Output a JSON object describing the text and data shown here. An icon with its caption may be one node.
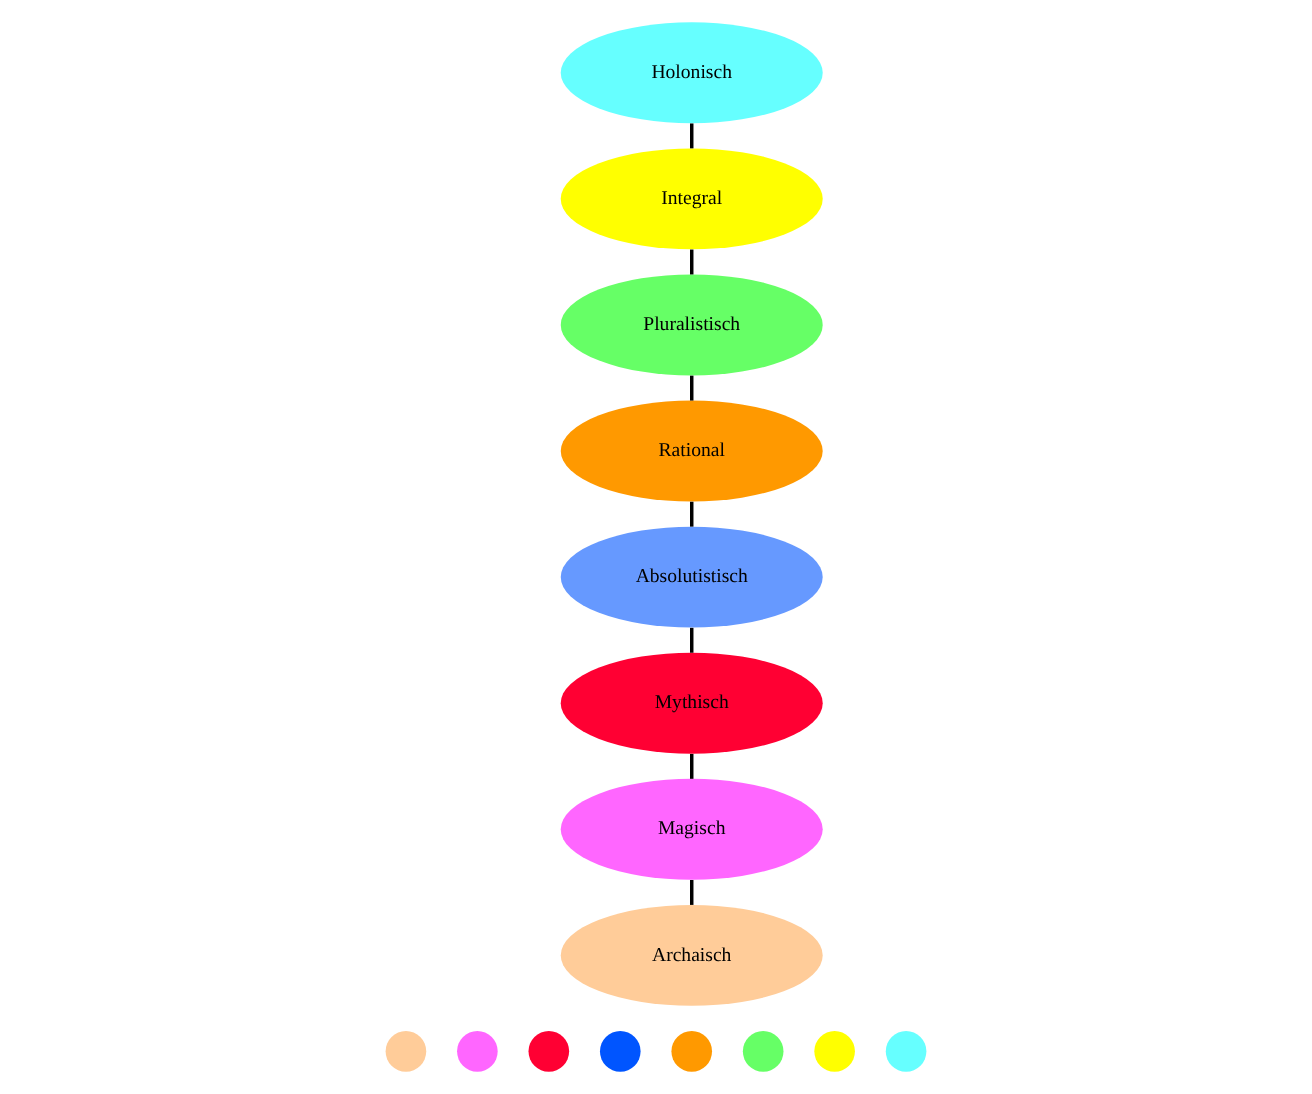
{
  "diagram": {
    "nodes": [
      {
        "text": [
          "Holonisch"
        ]
      },
      {
        "text": [
          "Integral"
        ]
      },
      {
        "text": [
          "Pluralistisch"
        ]
      },
      {
        "text": [
          "Rational"
        ]
      },
      {
        "text": [
          "Absolutistisch"
        ]
      },
      {
        "text": [
          "Mythisch"
        ]
      },
      {
        "text": [
          "Magisch"
        ]
      },
      {
        "text": [
          "Archaisch"
        ]
      },
      {
        "text": [],
        "shape": "circle"
      },
      {
        "text": [],
        "shape": "circle"
      },
      {
        "text": [],
        "shape": "circle"
      },
      {
        "text": [],
        "shape": "circle"
      },
      {
        "text": [],
        "shape": "circle"
      },
      {
        "text": [],
        "shape": "circle"
      },
      {
        "text": [],
        "shape": "circle"
      },
      {
        "text": [],
        "shape": "circle"
      }
    ],
    "edges": [
      {
        "from": 7,
        "to": 6,
        "arrow": "none"
      },
      {
        "from": 6,
        "to": 5,
        "arrow": "none"
      },
      {
        "from": 5,
        "to": 4,
        "arrow": "none"
      },
      {
        "from": 4,
        "to": 3,
        "arrow": "none"
      },
      {
        "from": 3,
        "to": 2,
        "arrow": "none"
      },
      {
        "from": 2,
        "to": 1,
        "arrow": "none"
      },
      {
        "from": 1,
        "to": 0,
        "arrow": "none"
      }
    ]
  }
}
